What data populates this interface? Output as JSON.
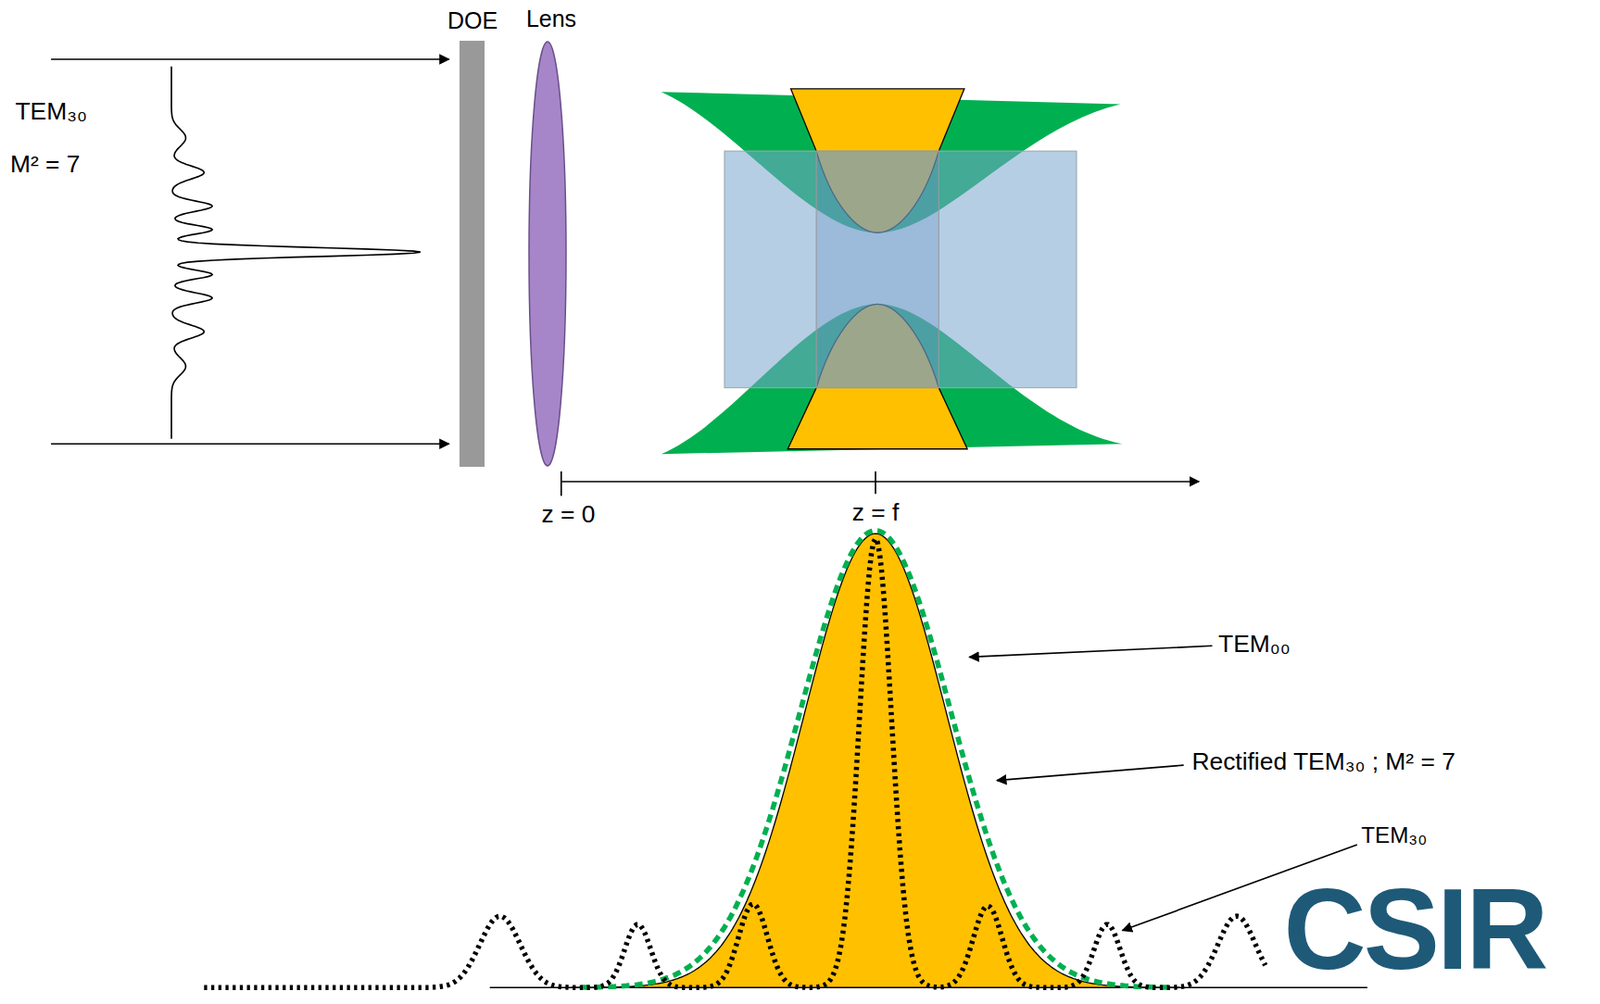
{
  "diagram": {
    "nodes": [
      {
        "text": [
          "DOE"
        ]
      },
      {
        "text": [
          "Lens"
        ]
      }
    ],
    "labels": [
      "TEM₃₀",
      "M² = 7",
      "z = 0",
      "z = f",
      "TEM₀₀",
      "Rectified TEM₃₀ ; M² = 7",
      "TEM₃₀",
      "CSIR"
    ]
  }
}
